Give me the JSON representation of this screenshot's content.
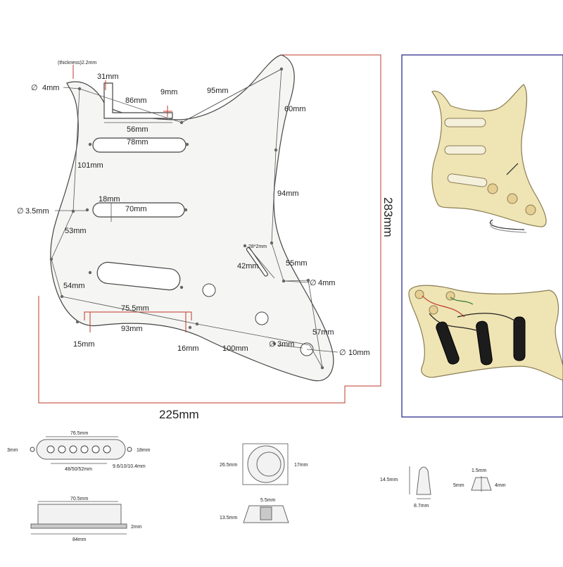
{
  "labels": {
    "thickness": "(thickness)2.2mm",
    "d4mm_top": "4mm",
    "d31": "31mm",
    "d86": "86mm",
    "d9": "9mm",
    "d95": "95mm",
    "d60": "60mm",
    "d56": "56mm",
    "d78": "78mm",
    "d101": "101mm",
    "d94": "94mm",
    "d18": "18mm",
    "d35": "3.5mm",
    "d70": "70mm",
    "d53": "53mm",
    "d282": "28*2mm",
    "d42": "42mm",
    "d55": "55mm",
    "d4mm_right": "4mm",
    "d54": "54mm",
    "d755": "75.5mm",
    "d93": "93mm",
    "d57": "57mm",
    "d3mm": "3mm",
    "d15": "15mm",
    "d16": "16mm",
    "d100": "100mm",
    "d10": "10mm",
    "d283": "283mm",
    "d225": "225mm"
  },
  "parts": {
    "pickup_top": {
      "width": "76.5mm",
      "height": "18mm",
      "hole": "3mm",
      "spacing": "48/50/52mm",
      "pole": "9.6/10/10.4mm"
    },
    "pickup_side": {
      "width": "70.5mm",
      "height": "2mm",
      "base": "84mm"
    },
    "knob": {
      "outer": "26.5mm",
      "inner": "17mm",
      "height": "13.5mm",
      "shaft": "5.5mm"
    },
    "tip": {
      "height": "14.5mm",
      "width": "8.7mm",
      "top": "1.5mm",
      "left": "5mm",
      "right": "4mm"
    }
  },
  "symbols": {
    "diameter": "∅"
  }
}
